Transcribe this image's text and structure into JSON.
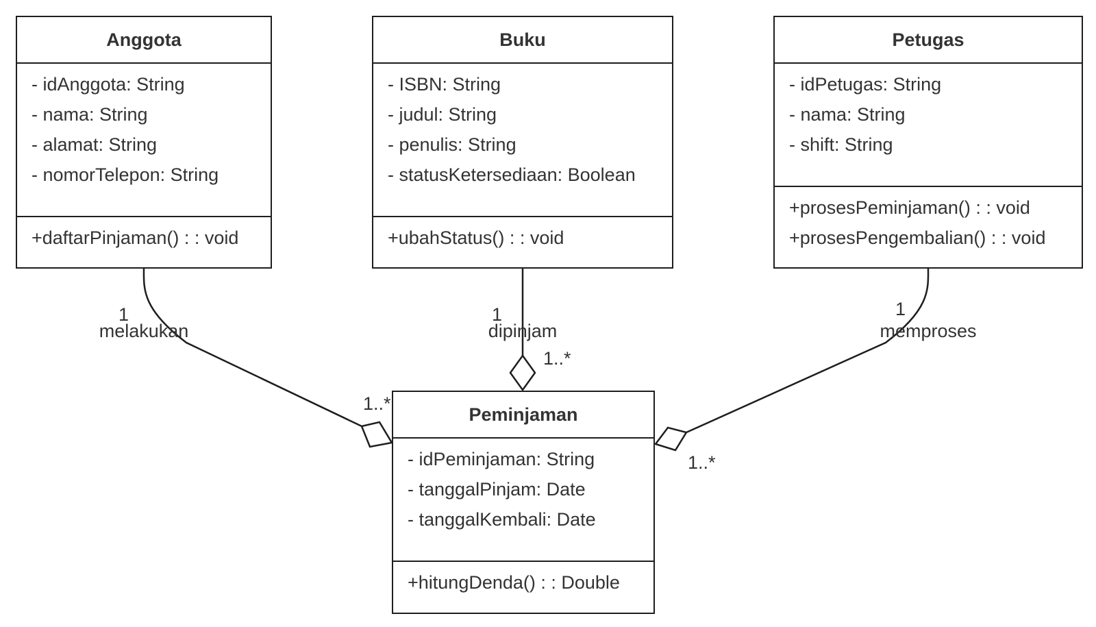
{
  "classes": {
    "anggota": {
      "name": "Anggota",
      "attributes": [
        "- idAnggota: String",
        "- nama: String",
        "- alamat: String",
        "- nomorTelepon: String"
      ],
      "operations": [
        "+daftarPinjaman() : : void"
      ]
    },
    "buku": {
      "name": "Buku",
      "attributes": [
        "- ISBN: String",
        "- judul: String",
        "- penulis: String",
        "- statusKetersediaan: Boolean"
      ],
      "operations": [
        "+ubahStatus() : : void"
      ]
    },
    "petugas": {
      "name": "Petugas",
      "attributes": [
        "- idPetugas: String",
        "- nama: String",
        "- shift: String"
      ],
      "operations": [
        "+prosesPeminjaman() : : void",
        "+prosesPengembalian() : : void"
      ]
    },
    "peminjaman": {
      "name": "Peminjaman",
      "attributes": [
        "- idPeminjaman: String",
        "- tanggalPinjam: Date",
        "- tanggalKembali: Date"
      ],
      "operations": [
        "+hitungDenda() : : Double"
      ]
    }
  },
  "associations": {
    "anggota_peminjaman": {
      "name": "melakukan",
      "source_multiplicity": "1",
      "target_multiplicity": "1..*",
      "type": "aggregation"
    },
    "buku_peminjaman": {
      "name": "dipinjam",
      "source_multiplicity": "1",
      "target_multiplicity": "1..*",
      "type": "aggregation"
    },
    "petugas_peminjaman": {
      "name": "memproses",
      "source_multiplicity": "1",
      "target_multiplicity": "1..*",
      "type": "aggregation"
    }
  },
  "colors": {
    "stroke": "#1e1e1e",
    "text": "#333333",
    "background": "#ffffff"
  }
}
